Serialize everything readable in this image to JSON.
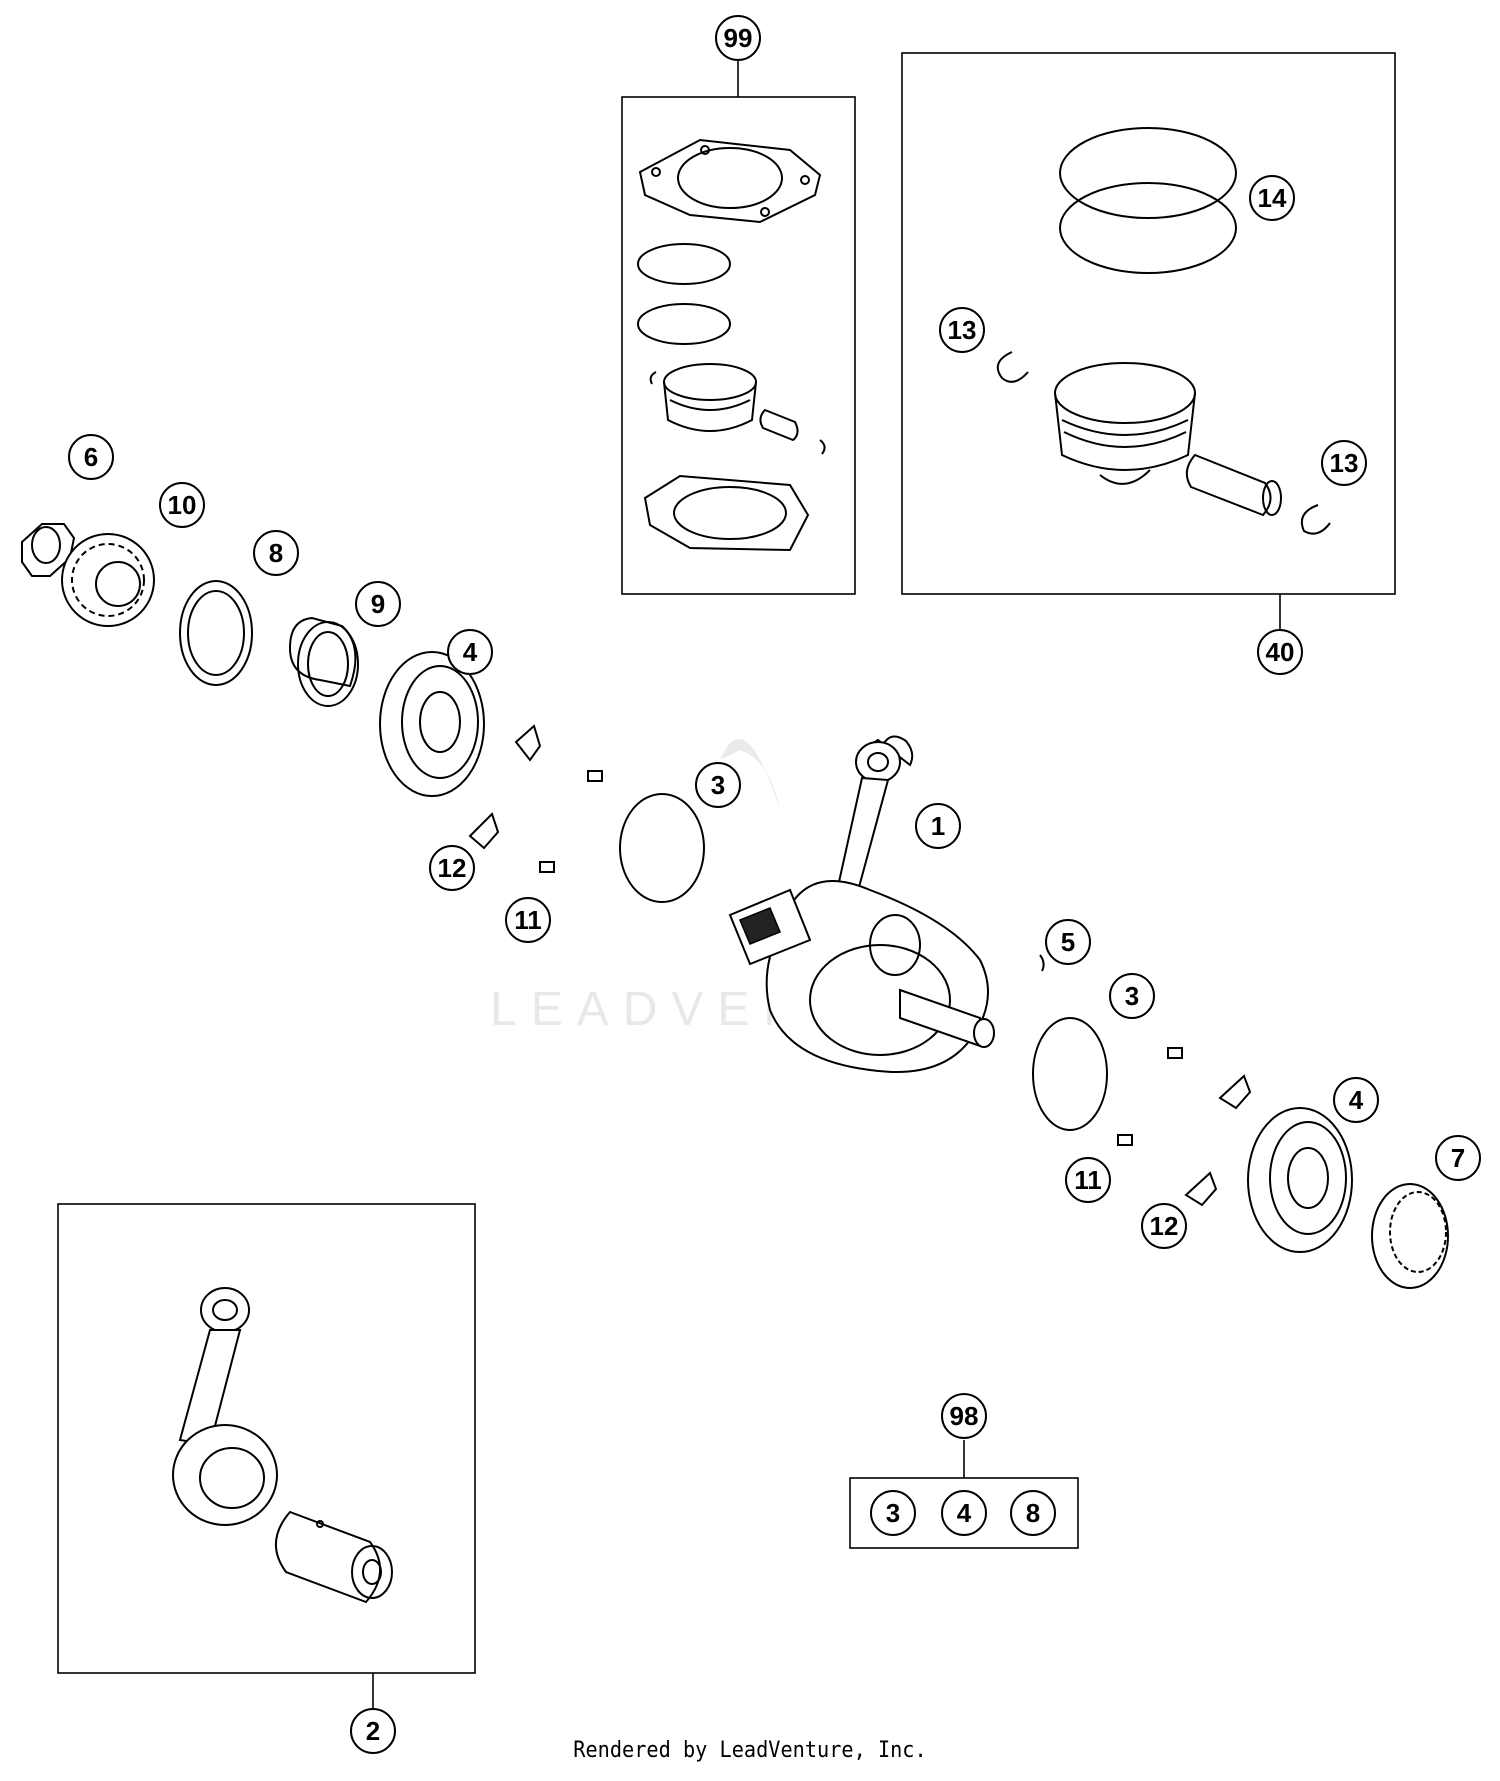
{
  "callouts": {
    "c99": "99",
    "c40": "40",
    "c14": "14",
    "c13a": "13",
    "c13b": "13",
    "c6": "6",
    "c10": "10",
    "c8": "8",
    "c9": "9",
    "c4a": "4",
    "c3a": "3",
    "c1": "1",
    "c12a": "12",
    "c11a": "11",
    "c5": "5",
    "c3b": "3",
    "c4b": "4",
    "c7": "7",
    "c11b": "11",
    "c12b": "12",
    "c2": "2",
    "c98": "98",
    "kit3": "3",
    "kit4": "4",
    "kit8": "8"
  },
  "watermark": "LEADVENTURE",
  "footer": "Rendered by LeadVenture, Inc."
}
